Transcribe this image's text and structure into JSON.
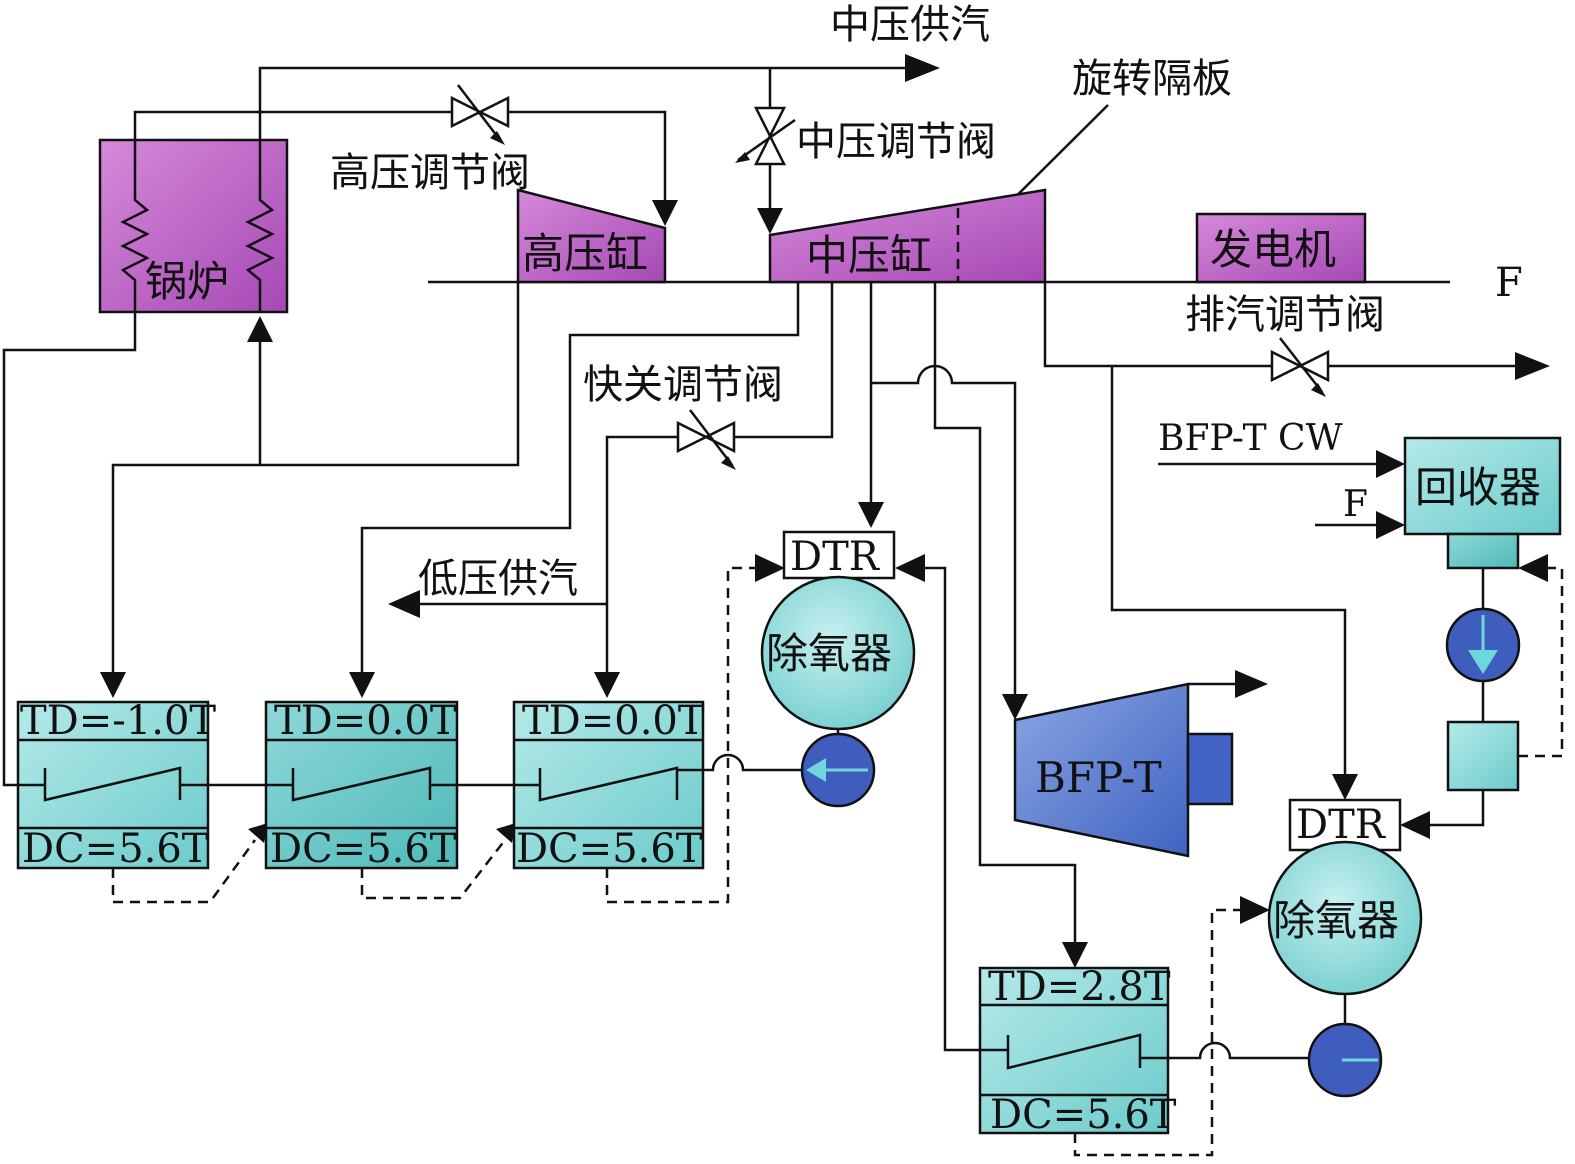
{
  "labels": {
    "mp_supply": "中压供汽",
    "rotating_partition": "旋转隔板",
    "hp_valve": "高压调节阀",
    "ip_valve": "中压调节阀",
    "boiler": "锅炉",
    "hp_cylinder": "高压缸",
    "ip_cylinder": "中压缸",
    "generator": "发电机",
    "f_top": "F",
    "exhaust_valve": "排汽调节阀",
    "fast_valve": "快关调节阀",
    "bfpt_cw": "BFP-T CW",
    "f_recovery": "F",
    "recovery": "回收器",
    "lp_supply": "低压供汽",
    "dtr_1": "DTR",
    "dtr_2": "DTR",
    "deaerator_1": "除氧器",
    "deaerator_2": "除氧器",
    "bfpt": "BFP-T",
    "heater_1_td": "TD=-1.0T",
    "heater_1_dc": "DC=5.6T",
    "heater_2_td": "TD=0.0T",
    "heater_2_dc": "DC=5.6T",
    "heater_3_td": "TD=0.0T",
    "heater_3_dc": "DC=5.6T",
    "heater_4_td": "TD=2.8T",
    "heater_4_dc": "DC=5.6T"
  },
  "colors": {
    "turbine_magenta": "#b95fc3",
    "heater_teal": "#86d3d3",
    "heater_teal_dark": "#5fc3c3",
    "deaerator_teal": "#8ad6d6",
    "pump_blue": "#3e5dbd",
    "bfpt_blue": "#5b7fd0",
    "pump_arrow": "#6fd6dc"
  }
}
